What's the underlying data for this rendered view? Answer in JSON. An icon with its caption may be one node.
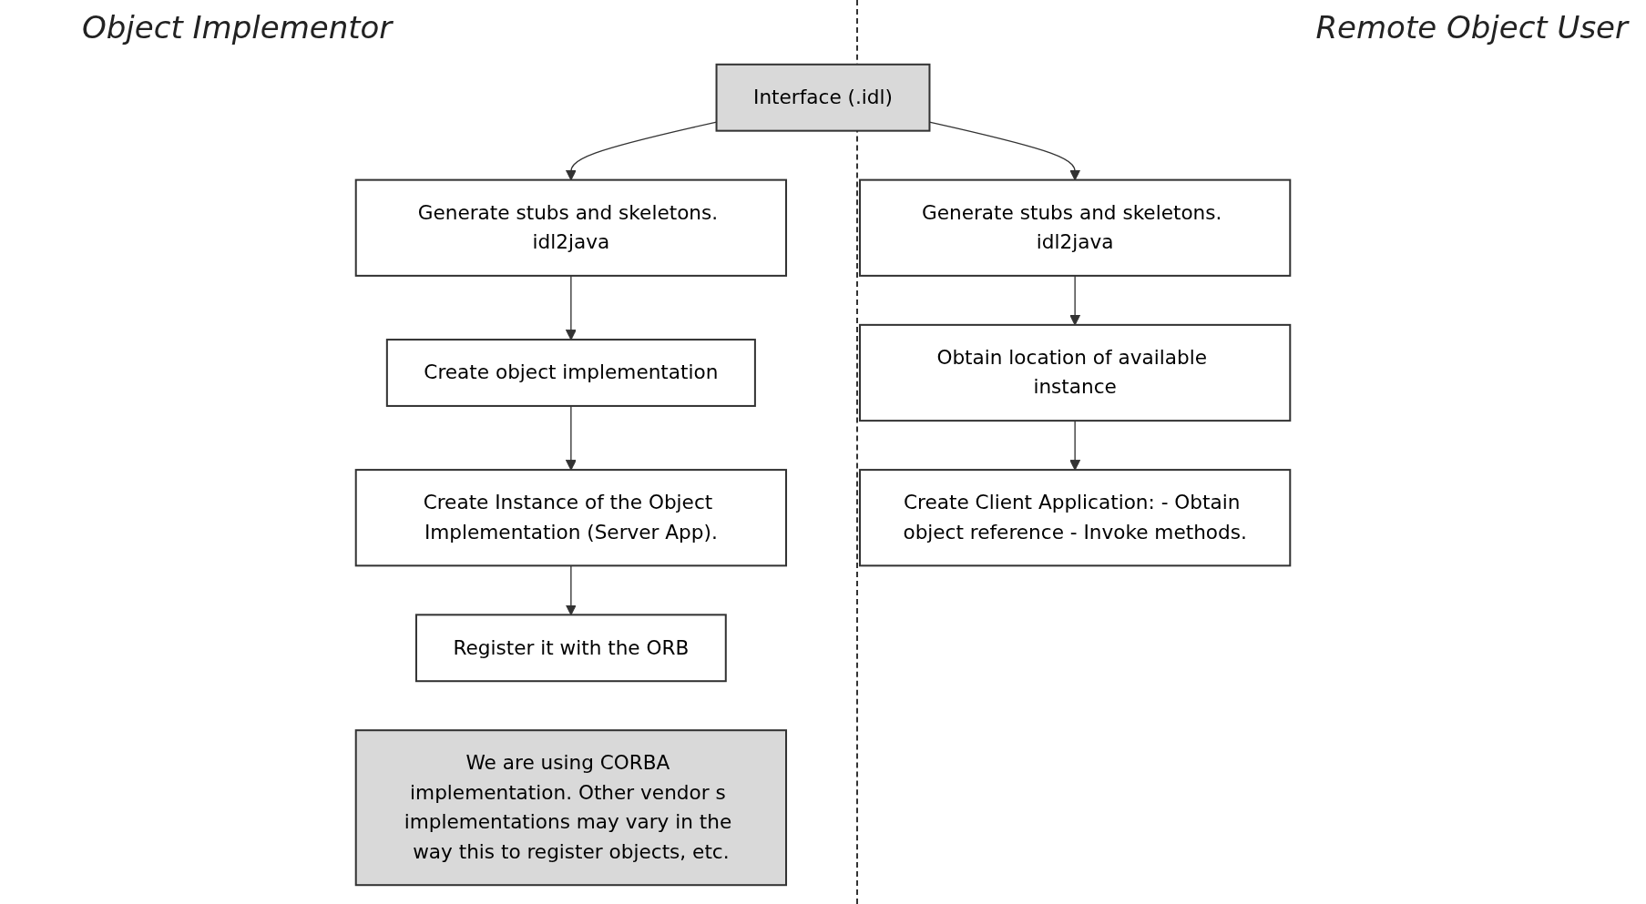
{
  "diagram": {
    "nodes": [
      {
        "text": [
          "Interface (.idl)"
        ]
      },
      {
        "text": [
          "Generate stubs and skeletons. idl2java"
        ]
      },
      {
        "text": [
          "Create object implementation"
        ]
      },
      {
        "text": [
          "Create Instance of the Object Implementation (Server App)."
        ]
      },
      {
        "text": [
          "Register it with the ORB"
        ]
      },
      {
        "text": [
          "Generate stubs and skeletons. idl2java"
        ]
      },
      {
        "text": [
          "Obtain location of available instance"
        ]
      },
      {
        "text": [
          "Create Client Application: - Obtain object reference - Invoke methods."
        ]
      },
      {
        "text": [
          "We are using CORBA implementation. Other vendor s implementations may vary in the way this to register objects, etc."
        ]
      }
    ],
    "edges": [
      {
        "from": 0,
        "to": 1,
        "arrow": "to"
      },
      {
        "from": 1,
        "to": 2,
        "arrow": "to"
      },
      {
        "from": 2,
        "to": 3,
        "arrow": "to"
      },
      {
        "from": 3,
        "to": 4,
        "arrow": "to"
      },
      {
        "from": 0,
        "to": 5,
        "arrow": "to"
      },
      {
        "from": 5,
        "to": 6,
        "arrow": "to"
      },
      {
        "from": 6,
        "to": 7,
        "arrow": "to"
      }
    ],
    "labels": [
      "Object Implementor",
      "Remote Object User"
    ]
  }
}
